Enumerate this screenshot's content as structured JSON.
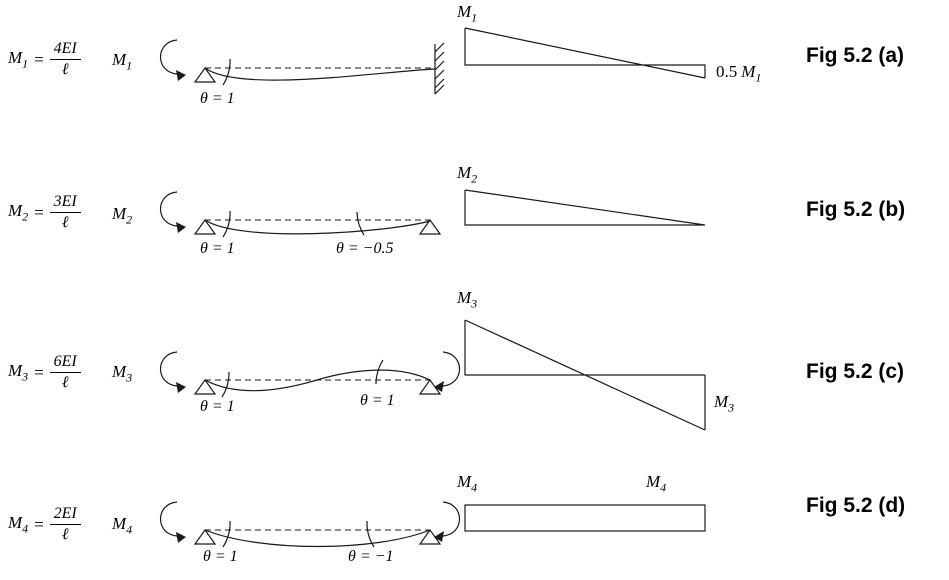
{
  "rows": [
    {
      "formula": {
        "M": "M",
        "sub": "1",
        "equals": "=",
        "numerator": "4EI",
        "denominator": "ℓ"
      },
      "moment": {
        "M": "M",
        "sub": "1"
      },
      "theta_left": "θ = 1",
      "bmd": {
        "top": {
          "M": "M",
          "sub": "1"
        },
        "right": {
          "prefix": "0.5",
          "M": "M",
          "sub": "1"
        }
      },
      "fig": "Fig 5.2 (a)"
    },
    {
      "formula": {
        "M": "M",
        "sub": "2",
        "equals": "=",
        "numerator": "3EI",
        "denominator": "ℓ"
      },
      "moment": {
        "M": "M",
        "sub": "2"
      },
      "theta_left": "θ = 1",
      "theta_right": "θ = −0.5",
      "bmd": {
        "top": {
          "M": "M",
          "sub": "2"
        }
      },
      "fig": "Fig 5.2 (b)"
    },
    {
      "formula": {
        "M": "M",
        "sub": "3",
        "equals": "=",
        "numerator": "6EI",
        "denominator": "ℓ"
      },
      "moment": {
        "M": "M",
        "sub": "3"
      },
      "theta_left": "θ = 1",
      "theta_right": "θ = 1",
      "bmd": {
        "top": {
          "M": "M",
          "sub": "3"
        },
        "bottom": {
          "M": "M",
          "sub": "3"
        }
      },
      "fig": "Fig 5.2 (c)"
    },
    {
      "formula": {
        "M": "M",
        "sub": "4",
        "equals": "=",
        "numerator": "2EI",
        "denominator": "ℓ"
      },
      "moment": {
        "M": "M",
        "sub": "4"
      },
      "theta_left": "θ = 1",
      "theta_right": "θ = −1",
      "bmd": {
        "top_left": {
          "M": "M",
          "sub": "4"
        },
        "top_right": {
          "M": "M",
          "sub": "4"
        }
      },
      "fig": "Fig 5.2 (d)"
    }
  ]
}
